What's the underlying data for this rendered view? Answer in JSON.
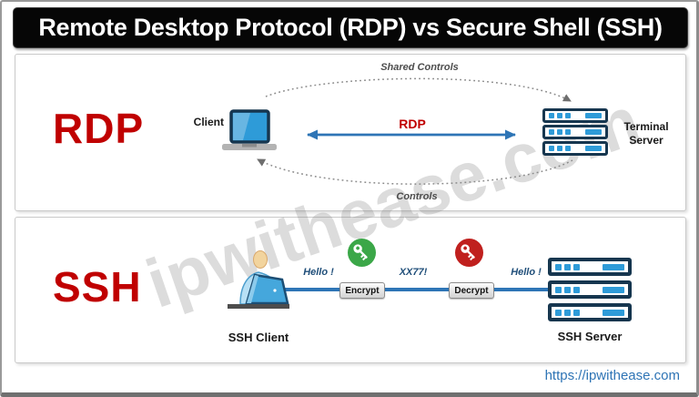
{
  "title": "Remote Desktop Protocol (RDP) vs Secure Shell (SSH)",
  "watermark": "ipwithease.com",
  "footer": {
    "link": "https://ipwithease.com"
  },
  "rdp": {
    "label": "RDP",
    "client_label": "Client",
    "server_label": "Terminal Server",
    "arrow_label": "RDP",
    "top_arc_label": "Shared Controls",
    "bottom_arc_label": "Controls"
  },
  "ssh": {
    "label": "SSH",
    "client_label": "SSH Client",
    "server_label": "SSH Server",
    "encrypt_label": "Encrypt",
    "decrypt_label": "Decrypt",
    "messages": {
      "hello_left": "Hello !",
      "cipher": "XX77!",
      "hello_right": "Hello !"
    }
  },
  "colors": {
    "accent_red": "#C00000",
    "line_blue": "#2E75B6",
    "server_navy": "#16364F",
    "icon_blue": "#2E9BD8",
    "encrypt_green": "#3BA748",
    "decrypt_red": "#C0201E",
    "message_blue": "#1F4E79",
    "link_blue": "#2E74B5"
  }
}
